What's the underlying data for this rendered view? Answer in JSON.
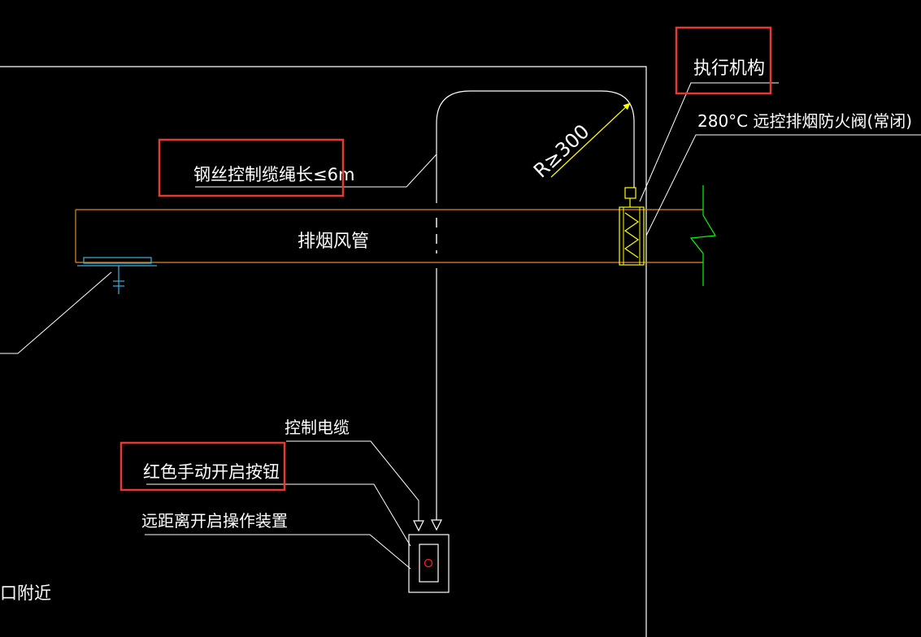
{
  "colors": {
    "background": "#000000",
    "line": "#ffffff",
    "duct": "#e08a2a",
    "dimension": "#ffff00",
    "wall": "#00ff00",
    "diffuser": "#3fb0e0",
    "highlight": "#e53935",
    "button_dot": "#ff2020"
  },
  "labels": {
    "actuator": "执行机构",
    "damper": "280°C  远控排烟防火阀(常闭)",
    "radius": "R≥300",
    "cable_length": "钢丝控制缆绳长≤6m",
    "duct": "排烟风管",
    "control_cable": "控制电缆",
    "red_button": "红色手动开启按钮",
    "remote_device": "远距离开启操作装置",
    "bottom_left": "口附近"
  }
}
